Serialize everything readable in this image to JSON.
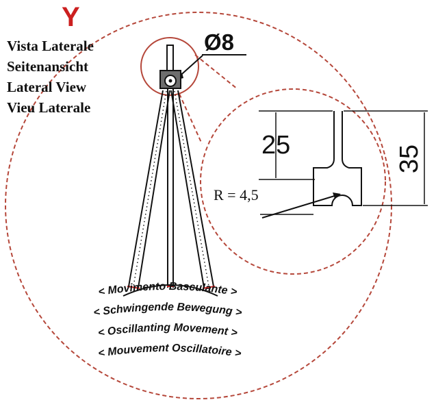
{
  "header": {
    "letter": "Y",
    "views": [
      "Vista Laterale",
      "Seitenansicht",
      "Lateral View",
      "Vieu Laterale"
    ]
  },
  "dimensions": {
    "diameter": "Ø8",
    "height_25": "25",
    "height_35": "35",
    "radius": "R = 4,5"
  },
  "motion_labels": [
    "< Movimento Basculante >",
    "< Schwingende Bewegung >",
    "< Oscillanting Movement >",
    "< Mouvement Oscillatoire >"
  ],
  "colors": {
    "accent": "#cc1f1f",
    "circle": "#b5473a",
    "line": "#111111",
    "head": "#6e6e6e"
  }
}
